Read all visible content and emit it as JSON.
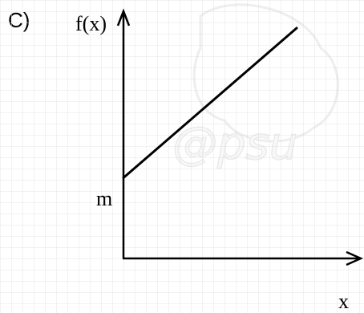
{
  "option_label": "C)",
  "chart_data": {
    "type": "line",
    "title": "",
    "ylabel": "f(x)",
    "xlabel": "x",
    "intercept_label": "m",
    "line_color": "#000000",
    "axis_color": "#000000",
    "background_watermark": "@psu",
    "grid": true,
    "series": [
      {
        "x": [
          0,
          1
        ],
        "y": [
          0.35,
          1
        ]
      }
    ],
    "xlim": [
      0,
      1
    ],
    "ylim": [
      0,
      1
    ]
  }
}
